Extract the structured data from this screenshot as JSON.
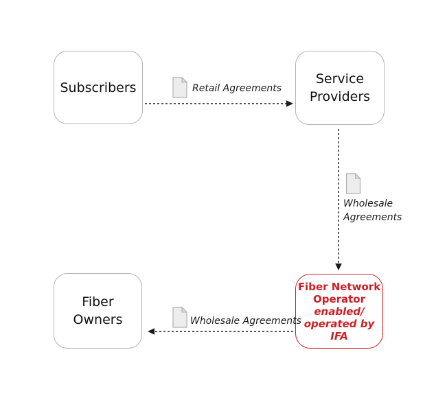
{
  "colors": {
    "accent_red": "#cc2027",
    "box_border_gray": "#b3b3b3",
    "text_dark": "#111111",
    "arrow_black": "#1a1a1a",
    "document_fill": "#ededed",
    "document_fold": "#dcdcdc",
    "document_border": "#b0b0b0",
    "background": "#ffffff"
  },
  "icons": {
    "agreement_document": "document-icon"
  },
  "diagram": {
    "nodes": {
      "subscribers": {
        "label": "Subscribers"
      },
      "service_providers": {
        "label": "Service\nProviders"
      },
      "fiber_owners": {
        "label": "Fiber\nOwners"
      },
      "fiber_network_operator": {
        "title": "Fiber Network\nOperator",
        "subtitle": "enabled/\noperated by IFA"
      }
    },
    "edges": {
      "retail": {
        "label": "Retail Agreements",
        "from": "Subscribers",
        "to": "Service Providers",
        "direction": "right"
      },
      "wholesale_vertical": {
        "label": "Wholesale\nAgreements",
        "from": "Service Providers",
        "to": "Fiber Network Operator",
        "direction": "down"
      },
      "wholesale_bottom": {
        "label": "Wholesale Agreements",
        "from": "Fiber Network Operator",
        "to": "Fiber Owners",
        "direction": "left"
      }
    }
  }
}
